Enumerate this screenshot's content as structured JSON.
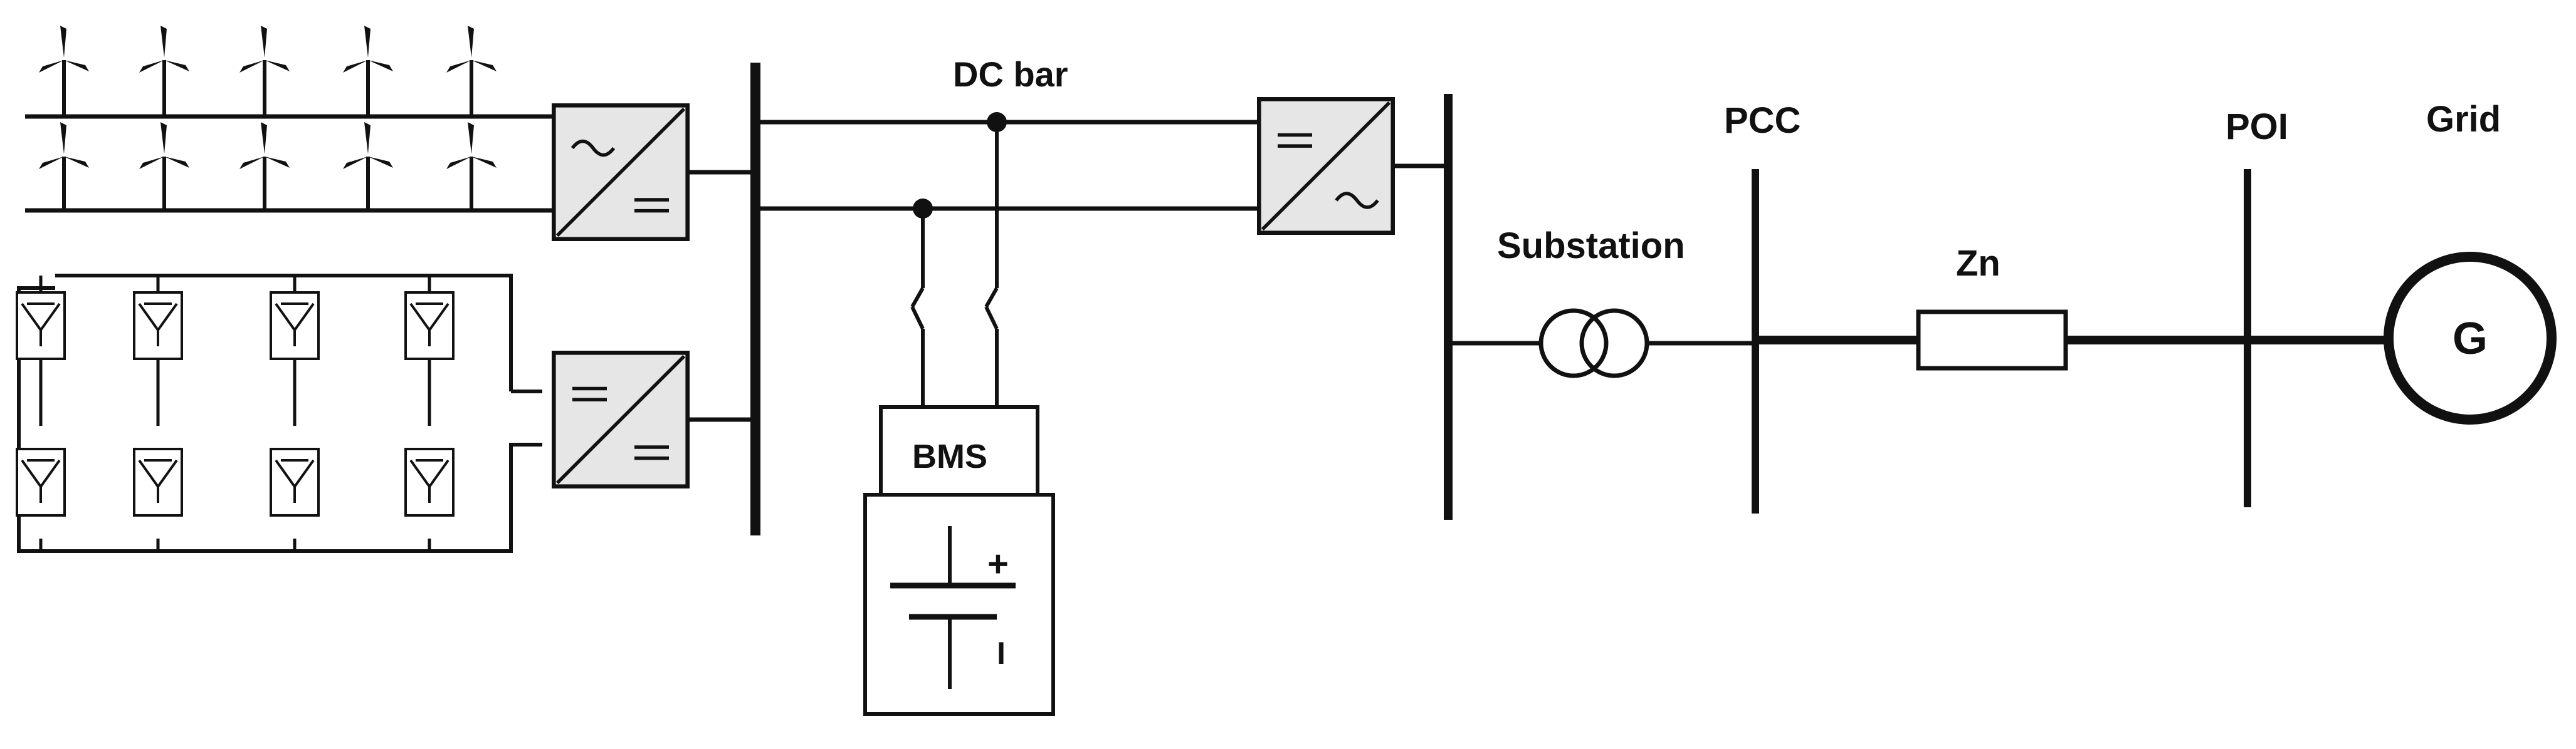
{
  "labels": {
    "dc_bar": "DC bar",
    "pcc": "PCC",
    "poi": "POI",
    "grid": "Grid",
    "substation": "Substation",
    "zn": "Zn",
    "bms": "BMS",
    "generator": "G",
    "battery_plus": "+",
    "battery_minus": "I"
  },
  "components": {
    "wind_turbines": 10,
    "pv_panels": 8,
    "converters": [
      "AC/DC",
      "DC/DC",
      "DC/AC"
    ],
    "breakers": 2
  },
  "colors": {
    "line": "#111111",
    "converter_fill": "#e6e6e6",
    "background": "#ffffff"
  },
  "icons": {
    "wind_turbine": "wind-turbine-icon",
    "pv_panel": "pv-panel-icon",
    "transformer": "transformer-icon",
    "breaker": "breaker-icon",
    "battery": "battery-icon",
    "generator": "generator-icon"
  }
}
